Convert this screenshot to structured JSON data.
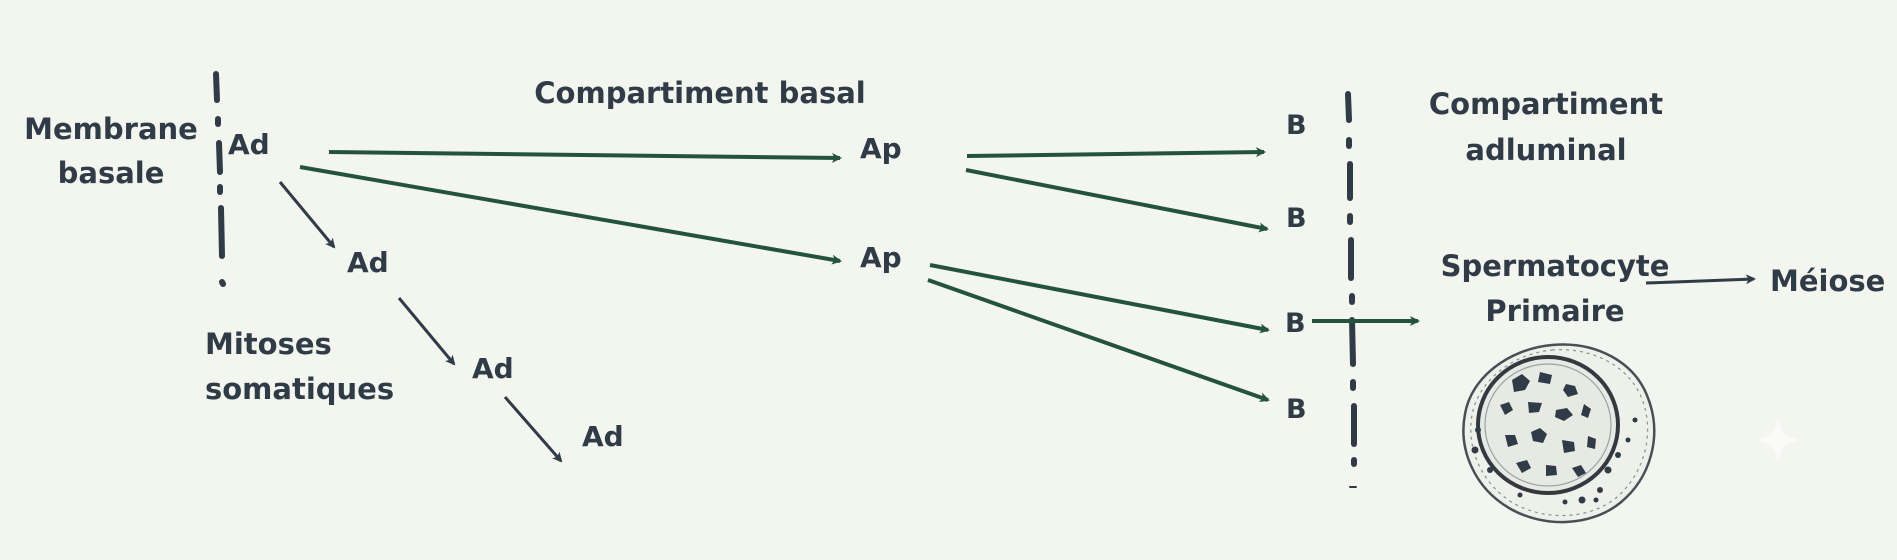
{
  "colors": {
    "background": "#f3f5ef",
    "text": "#2f3b47",
    "green_arrow": "#24533c",
    "dark_arrow": "#2f3b47",
    "dashed_line": "#2f3b47"
  },
  "labels": {
    "membrane_line1": "Membrane",
    "membrane_line2": "basale",
    "compartment_basal": "Compartiment basal",
    "compartment_adluminal_line1": "Compartiment",
    "compartment_adluminal_line2": "adluminal",
    "mitoses_line1": "Mitoses",
    "mitoses_line2": "somatiques",
    "spermatocyte_line1": "Spermatocyte",
    "spermatocyte_line2": "Primaire",
    "meiose": "Méiose"
  },
  "nodes": {
    "ad_top": "Ad",
    "ad_2": "Ad",
    "ad_3": "Ad",
    "ad_4": "Ad",
    "ap_1": "Ap",
    "ap_2": "Ap",
    "b_1": "B",
    "b_2": "B",
    "b_3": "B",
    "b_4": "B"
  },
  "icons": {
    "cell": "spermatocyte-cell-illustration",
    "sparkle": "sparkle-icon"
  }
}
